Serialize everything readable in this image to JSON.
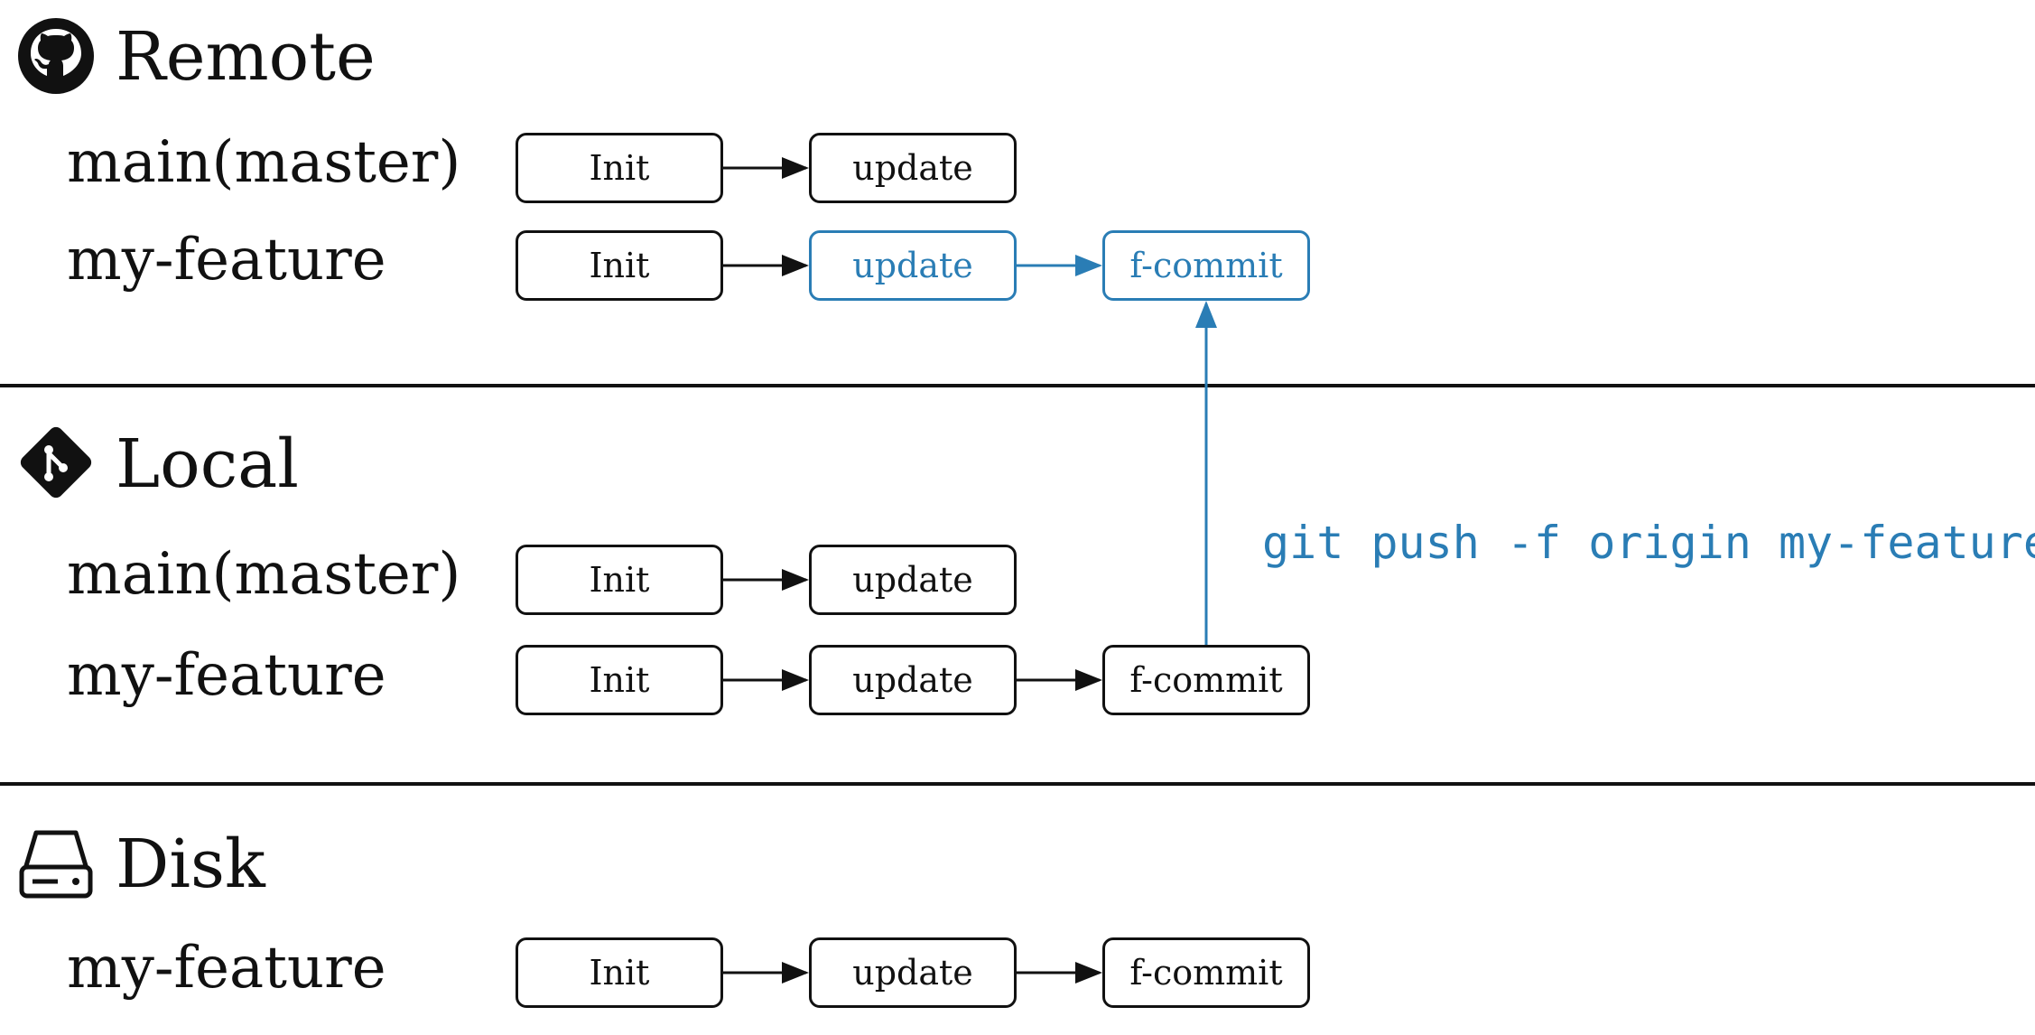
{
  "sections": {
    "remote": {
      "title": "Remote",
      "icon": "github-icon",
      "branches": [
        {
          "label": "main(master)",
          "commits": [
            "Init",
            "update"
          ]
        },
        {
          "label": "my-feature",
          "commits": [
            "Init",
            "update",
            "f-commit"
          ]
        }
      ]
    },
    "local": {
      "title": "Local",
      "icon": "git-icon",
      "branches": [
        {
          "label": "main(master)",
          "commits": [
            "Init",
            "update"
          ]
        },
        {
          "label": "my-feature",
          "commits": [
            "Init",
            "update",
            "f-commit"
          ]
        }
      ]
    },
    "disk": {
      "title": "Disk",
      "icon": "hard-drive-icon",
      "branches": [
        {
          "label": "my-feature",
          "commits": [
            "Init",
            "update",
            "f-commit"
          ]
        }
      ]
    }
  },
  "command": "git push -f origin my-feature",
  "colors": {
    "highlight": "#2a7db5",
    "ink": "#111111"
  }
}
